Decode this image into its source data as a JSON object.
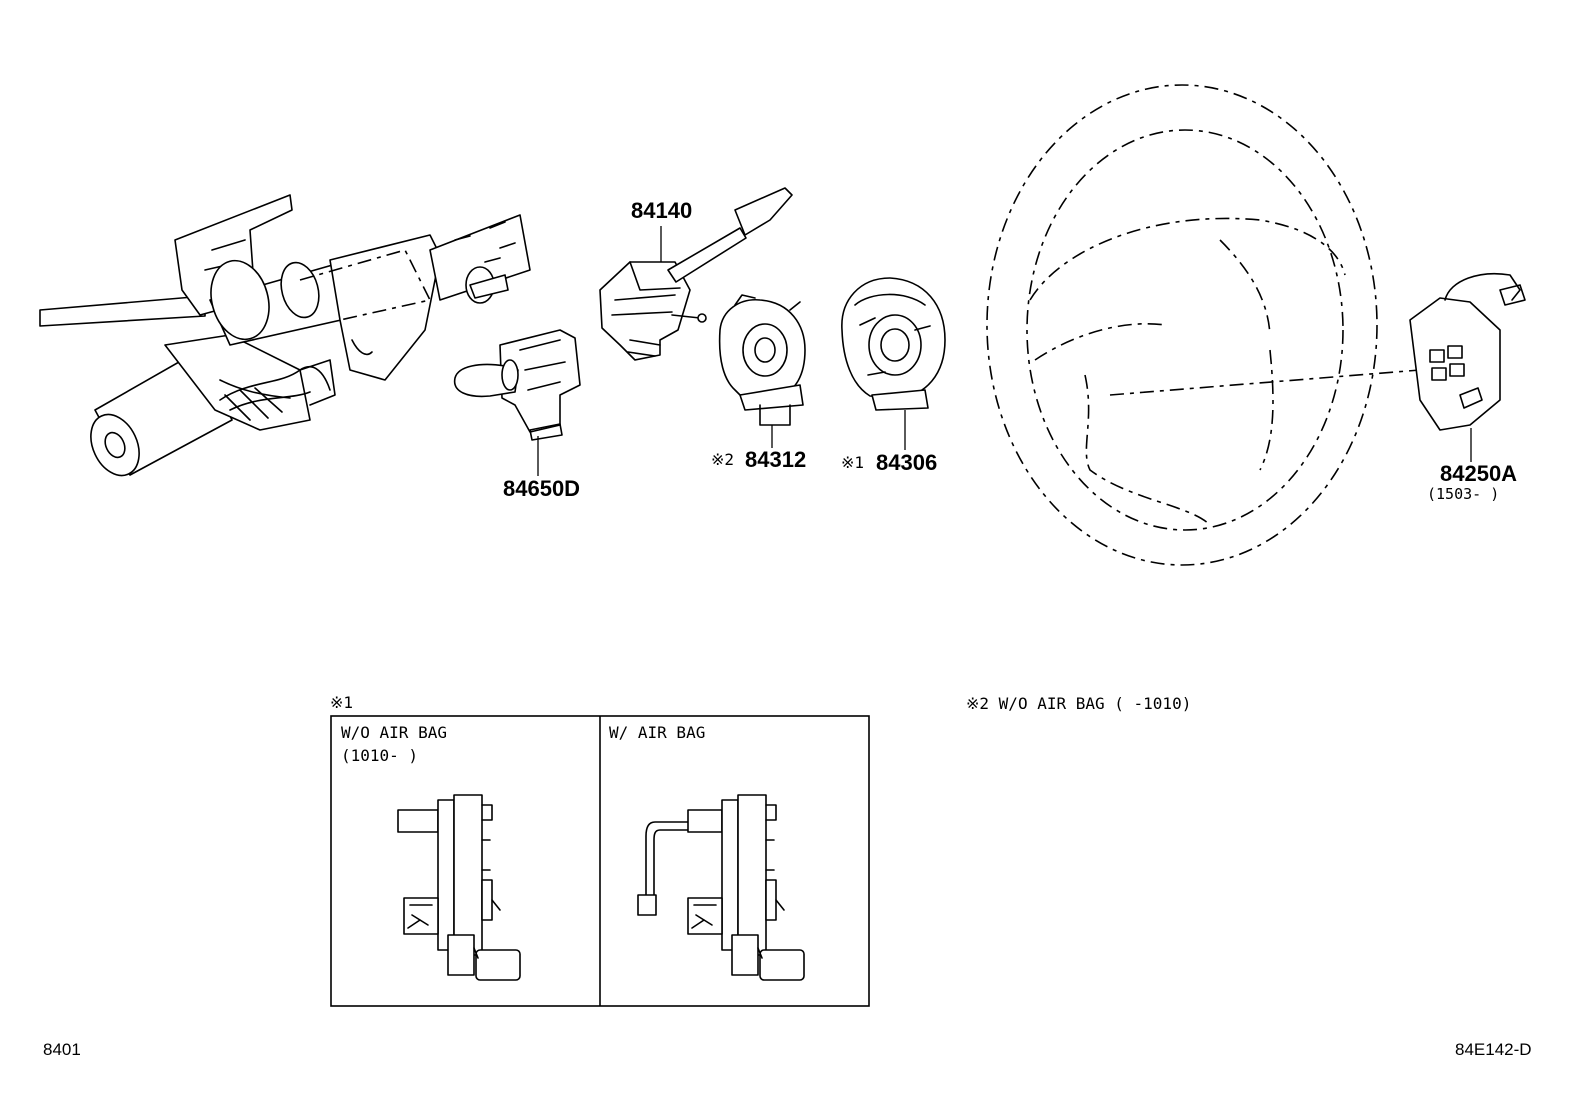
{
  "parts": {
    "p84140": "84140",
    "p84650D": "84650D",
    "p84312_mark": "※2",
    "p84312": "84312",
    "p84306_mark": "※1",
    "p84306": "84306",
    "p84250A": "84250A",
    "p84250A_range": "(1503-     )"
  },
  "inset": {
    "marker": "※1",
    "left_title": "W/O AIR BAG",
    "left_range": "(1010-     )",
    "right_title": "W/ AIR BAG"
  },
  "note2": "※2 W/O AIR BAG (     -1010)",
  "footer": {
    "left_code": "8401",
    "right_code": "84E142-D"
  }
}
